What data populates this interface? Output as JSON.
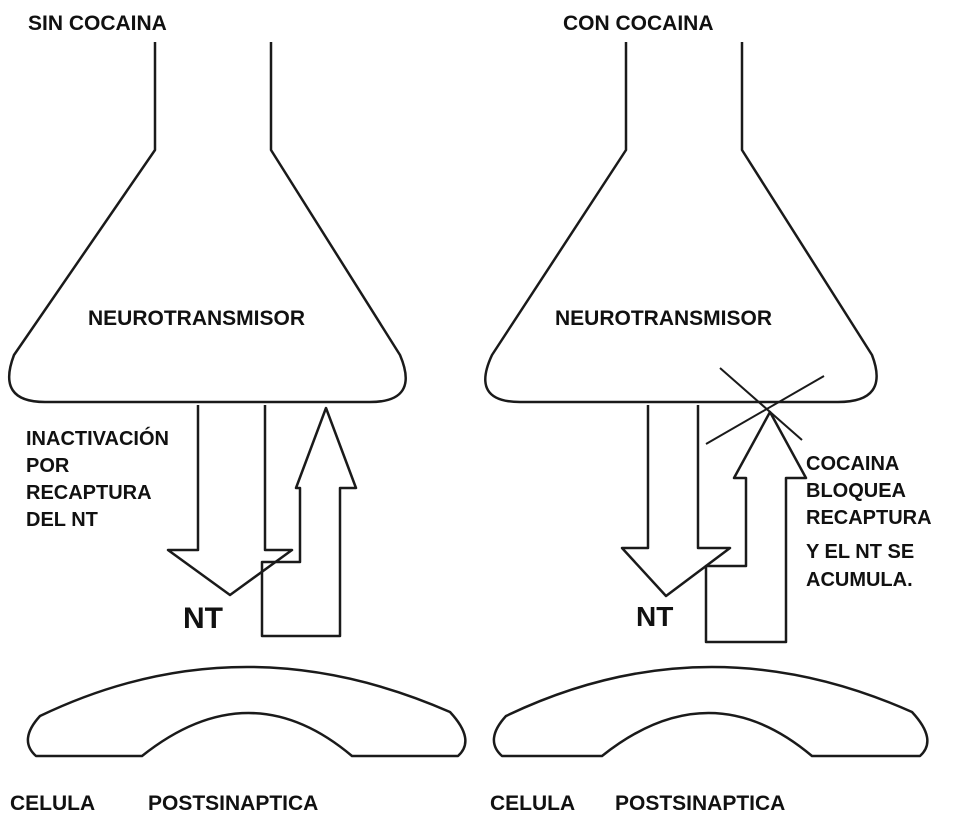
{
  "left_panel": {
    "title": "SIN COCAINA",
    "neuron_label": "NEUROTRANSMISOR",
    "annotation": [
      "INACTIVACIÓN",
      "POR",
      "RECAPTURA",
      "DEL NT"
    ],
    "nt_label": "NT",
    "cell_label_1": "CELULA",
    "cell_label_2": "POSTSINAPTICA"
  },
  "right_panel": {
    "title": "CON COCAINA",
    "neuron_label": "NEUROTRANSMISOR",
    "annotation": [
      "COCAINA",
      "BLOQUEA",
      "RECAPTURA",
      "Y EL NT SE",
      "ACUMULA."
    ],
    "nt_label": "NT",
    "cell_label_1": "CELULA",
    "cell_label_2": "POSTSINAPTICA"
  }
}
